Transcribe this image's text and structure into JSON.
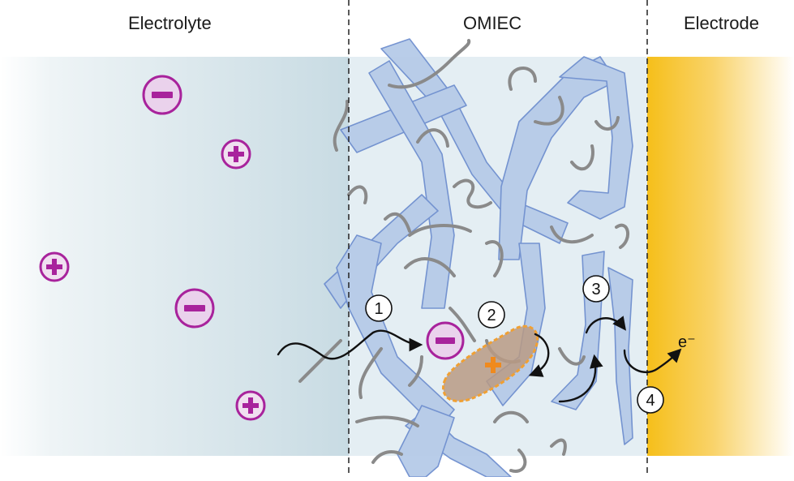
{
  "regions": {
    "electrolyte": "Electrolyte",
    "omiec": "OMIEC",
    "electrode": "Electrode"
  },
  "steps": [
    "1",
    "2",
    "3",
    "4"
  ],
  "electron_label": "e⁻",
  "colors": {
    "electrolyte_fill": "#cfe0e7",
    "omiec_fill": "#e3edf2",
    "electrode_fill": "#f7c21e",
    "ribbon_fill": "#b6cbe8",
    "ribbon_stroke": "#6f8fcf",
    "side_chain": "#888888",
    "anion_ring": "#a8239c",
    "anion_fill": "#ead2ec",
    "cation_fill": "#f0dff0",
    "hole_fill": "#b89a84",
    "hole_border": "#f0a033",
    "hole_plus": "#ef8a1e",
    "dashed_boundary": "#222222"
  },
  "icons": [
    "anion-icon",
    "cation-icon",
    "hole-polaron-icon",
    "electron-arrow-icon"
  ]
}
